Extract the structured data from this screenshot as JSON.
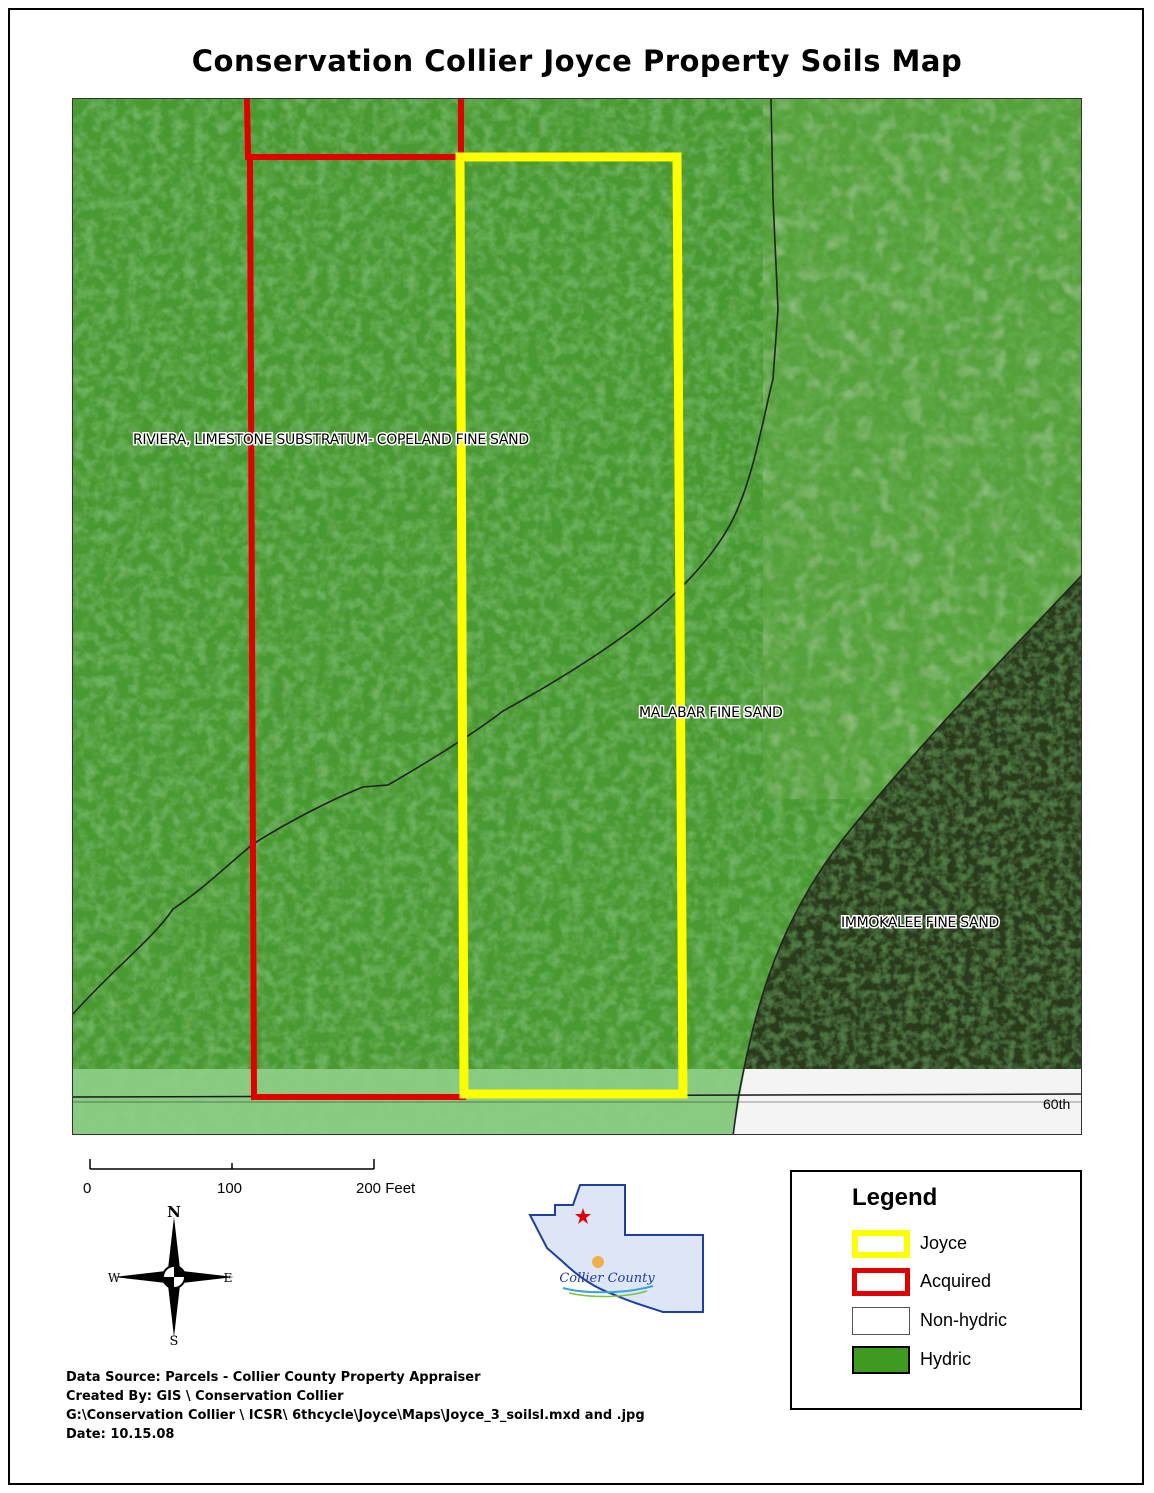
{
  "title": "Conservation Collier Joyce Property Soils Map",
  "map": {
    "soil_labels": {
      "riviera": "RIVIERA, LIMESTONE SUBSTRATUM- COPELAND FINE SAND",
      "malabar": "MALABAR FINE SAND",
      "immokalee": "IMMOKALEE FINE SAND"
    },
    "road_label": "60th",
    "colors": {
      "hydric": "#3f8f2a",
      "joyce": "#ffff00",
      "acquired": "#e00000",
      "non_hydric": "#ffffff"
    }
  },
  "scale_bar": {
    "ticks": [
      "0",
      "100",
      "200 Feet"
    ]
  },
  "north_arrow": {
    "n": "N",
    "s": "S",
    "e": "E",
    "w": "W"
  },
  "county_inset": {
    "logo_text": "Collier County"
  },
  "legend": {
    "title": "Legend",
    "items": [
      {
        "label": "Joyce",
        "swatch": "yellow-outline"
      },
      {
        "label": "Acquired",
        "swatch": "red-outline"
      },
      {
        "label": "Non-hydric",
        "swatch": "white-fill"
      },
      {
        "label": "Hydric",
        "swatch": "green-fill"
      }
    ]
  },
  "meta": {
    "data_source": "Data Source: Parcels  - Collier County Property Appraiser",
    "created_by": "Created By: GIS \\ Conservation Collier",
    "path": "G:\\Conservation Collier \\ ICSR\\ 6thcycle\\Joyce\\Maps\\Joyce_3_soilsl.mxd and .jpg",
    "date": "Date: 10.15.08"
  }
}
